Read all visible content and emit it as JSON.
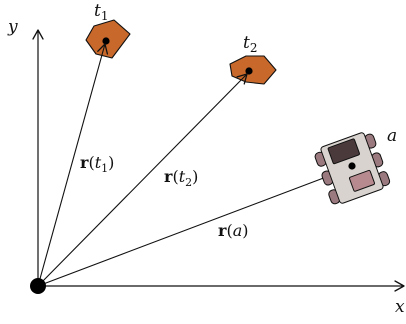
{
  "axes": {
    "x_label": "x",
    "y_label": "y"
  },
  "targets": [
    {
      "id": "t1",
      "base": "t",
      "sub": "1",
      "vector_label": {
        "bold": "r",
        "open": "(",
        "base": "t",
        "sub": "1",
        "close": ")"
      }
    },
    {
      "id": "t2",
      "base": "t",
      "sub": "2",
      "vector_label": {
        "bold": "r",
        "open": "(",
        "base": "t",
        "sub": "2",
        "close": ")"
      }
    }
  ],
  "agent": {
    "label": "a",
    "vector_label": {
      "bold": "r",
      "open": "(",
      "base": "a",
      "close": ")"
    }
  },
  "colors": {
    "axis": "#111111",
    "target_fill": "#c8692b",
    "target_stroke": "#111111",
    "robot_body": "#d9d3cf",
    "robot_wheels": "#9b7a7f",
    "robot_dark": "#4a3a3c",
    "robot_panel": "#b68a8f",
    "point": "#000000"
  }
}
